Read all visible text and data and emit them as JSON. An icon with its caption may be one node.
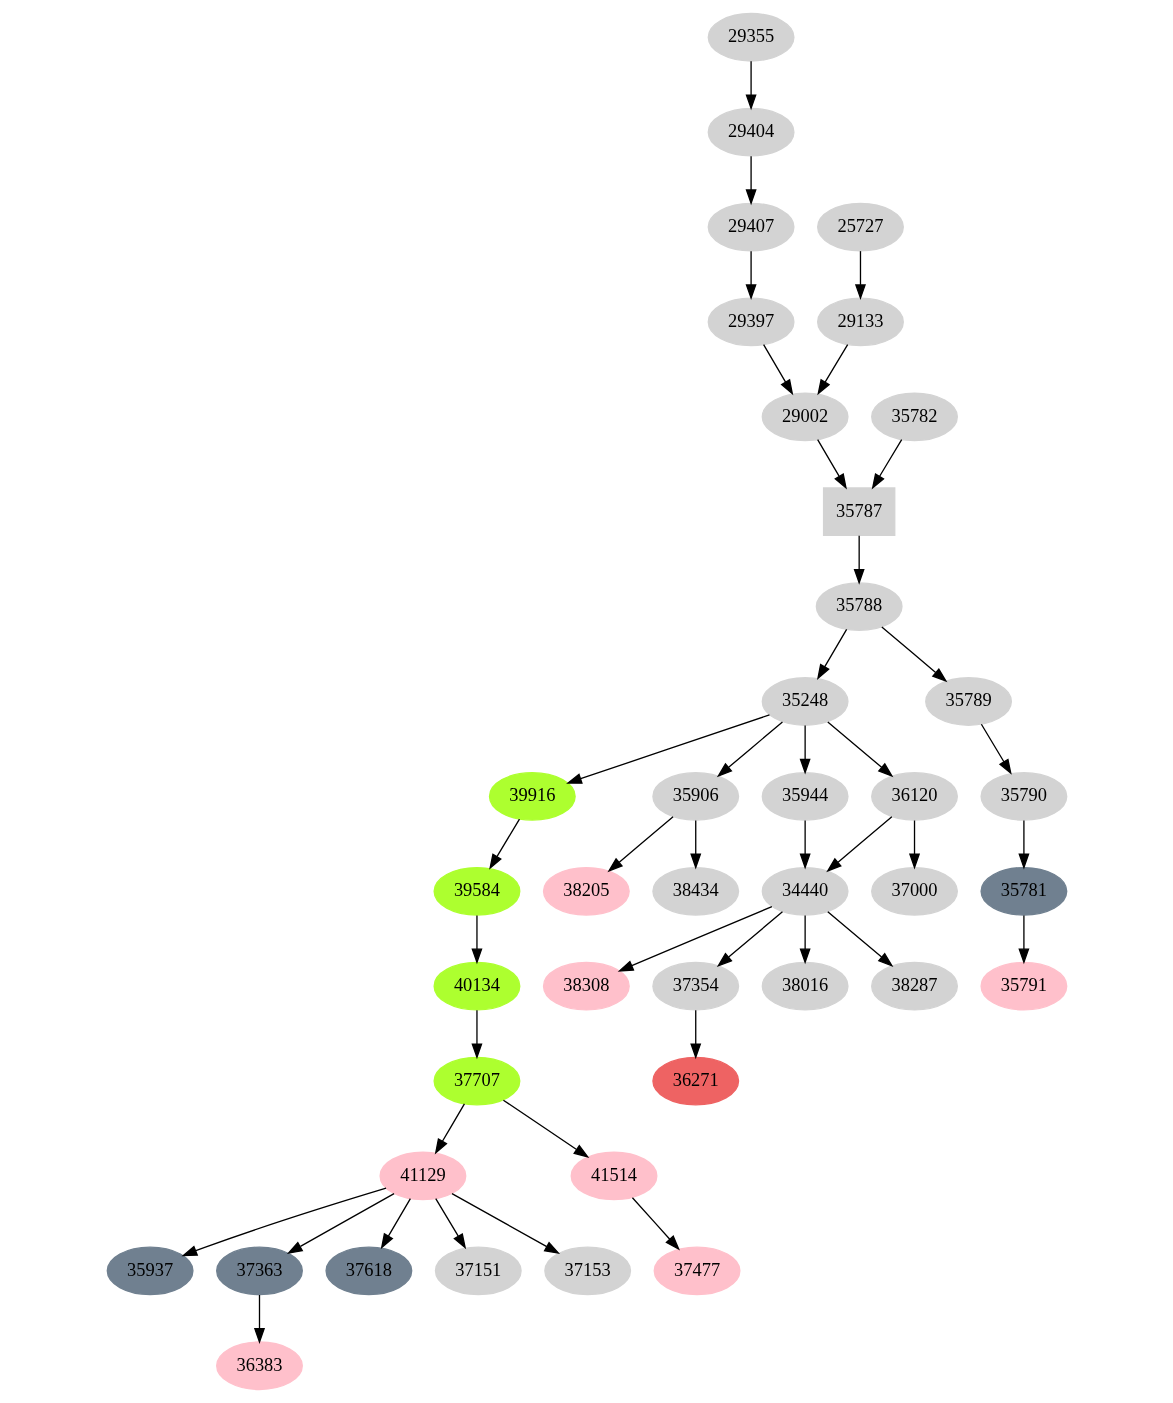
{
  "diagram": {
    "nodes": [
      {
        "text": [
          "29355"
        ]
      },
      {
        "text": [
          "29404"
        ]
      },
      {
        "text": [
          "25727"
        ]
      },
      {
        "text": [
          "29407"
        ]
      },
      {
        "text": [
          "29133"
        ]
      },
      {
        "text": [
          "29397"
        ]
      },
      {
        "text": [
          "35782"
        ]
      },
      {
        "text": [
          "29002"
        ]
      },
      {
        "text": [
          "35787"
        ]
      },
      {
        "text": [
          "35788"
        ]
      },
      {
        "text": [
          "35248"
        ]
      },
      {
        "text": [
          "35789"
        ]
      },
      {
        "text": [
          "39916"
        ]
      },
      {
        "text": [
          "35906"
        ]
      },
      {
        "text": [
          "35944"
        ]
      },
      {
        "text": [
          "36120"
        ]
      },
      {
        "text": [
          "35790"
        ]
      },
      {
        "text": [
          "39584"
        ]
      },
      {
        "text": [
          "38205"
        ]
      },
      {
        "text": [
          "38434"
        ]
      },
      {
        "text": [
          "34440"
        ]
      },
      {
        "text": [
          "37000"
        ]
      },
      {
        "text": [
          "35781"
        ]
      },
      {
        "text": [
          "40134"
        ]
      },
      {
        "text": [
          "38308"
        ]
      },
      {
        "text": [
          "37354"
        ]
      },
      {
        "text": [
          "38016"
        ]
      },
      {
        "text": [
          "38287"
        ]
      },
      {
        "text": [
          "35791"
        ]
      },
      {
        "text": [
          "37707"
        ]
      },
      {
        "text": [
          "36271"
        ]
      },
      {
        "text": [
          "41129"
        ]
      },
      {
        "text": [
          "41514"
        ]
      },
      {
        "text": [
          "35937"
        ]
      },
      {
        "text": [
          "37363"
        ]
      },
      {
        "text": [
          "37618"
        ]
      },
      {
        "text": [
          "37151"
        ]
      },
      {
        "text": [
          "37153"
        ]
      },
      {
        "text": [
          "37477"
        ]
      },
      {
        "text": [
          "36383"
        ]
      }
    ],
    "edges": [
      {
        "from": 0,
        "to": 1,
        "arrow": "to"
      },
      {
        "from": 1,
        "to": 3,
        "arrow": "to"
      },
      {
        "from": 3,
        "to": 5,
        "arrow": "to"
      },
      {
        "from": 2,
        "to": 4,
        "arrow": "to"
      },
      {
        "from": 4,
        "to": 7,
        "arrow": "to"
      },
      {
        "from": 5,
        "to": 7,
        "arrow": "to"
      },
      {
        "from": 6,
        "to": 8,
        "arrow": "to"
      },
      {
        "from": 7,
        "to": 8,
        "arrow": "to"
      },
      {
        "from": 8,
        "to": 9,
        "arrow": "to"
      },
      {
        "from": 9,
        "to": 10,
        "arrow": "to"
      },
      {
        "from": 9,
        "to": 11,
        "arrow": "to"
      },
      {
        "from": 10,
        "to": 12,
        "arrow": "to"
      },
      {
        "from": 10,
        "to": 13,
        "arrow": "to"
      },
      {
        "from": 10,
        "to": 14,
        "arrow": "to"
      },
      {
        "from": 10,
        "to": 15,
        "arrow": "to"
      },
      {
        "from": 11,
        "to": 16,
        "arrow": "to"
      },
      {
        "from": 12,
        "to": 17,
        "arrow": "to"
      },
      {
        "from": 13,
        "to": 18,
        "arrow": "to"
      },
      {
        "from": 13,
        "to": 19,
        "arrow": "to"
      },
      {
        "from": 14,
        "to": 20,
        "arrow": "to"
      },
      {
        "from": 15,
        "to": 20,
        "arrow": "to"
      },
      {
        "from": 15,
        "to": 21,
        "arrow": "to"
      },
      {
        "from": 16,
        "to": 22,
        "arrow": "to"
      },
      {
        "from": 17,
        "to": 23,
        "arrow": "to"
      },
      {
        "from": 20,
        "to": 24,
        "arrow": "to"
      },
      {
        "from": 20,
        "to": 25,
        "arrow": "to"
      },
      {
        "from": 20,
        "to": 26,
        "arrow": "to"
      },
      {
        "from": 20,
        "to": 27,
        "arrow": "to"
      },
      {
        "from": 22,
        "to": 28,
        "arrow": "to"
      },
      {
        "from": 23,
        "to": 29,
        "arrow": "to"
      },
      {
        "from": 25,
        "to": 30,
        "arrow": "to"
      },
      {
        "from": 29,
        "to": 31,
        "arrow": "to"
      },
      {
        "from": 29,
        "to": 32,
        "arrow": "to"
      },
      {
        "from": 31,
        "to": 33,
        "arrow": "to"
      },
      {
        "from": 31,
        "to": 34,
        "arrow": "to"
      },
      {
        "from": 31,
        "to": 35,
        "arrow": "to"
      },
      {
        "from": 31,
        "to": 36,
        "arrow": "to"
      },
      {
        "from": 31,
        "to": 37,
        "arrow": "to"
      },
      {
        "from": 32,
        "to": 38,
        "arrow": "to"
      },
      {
        "from": 34,
        "to": 39,
        "arrow": "to"
      }
    ]
  }
}
